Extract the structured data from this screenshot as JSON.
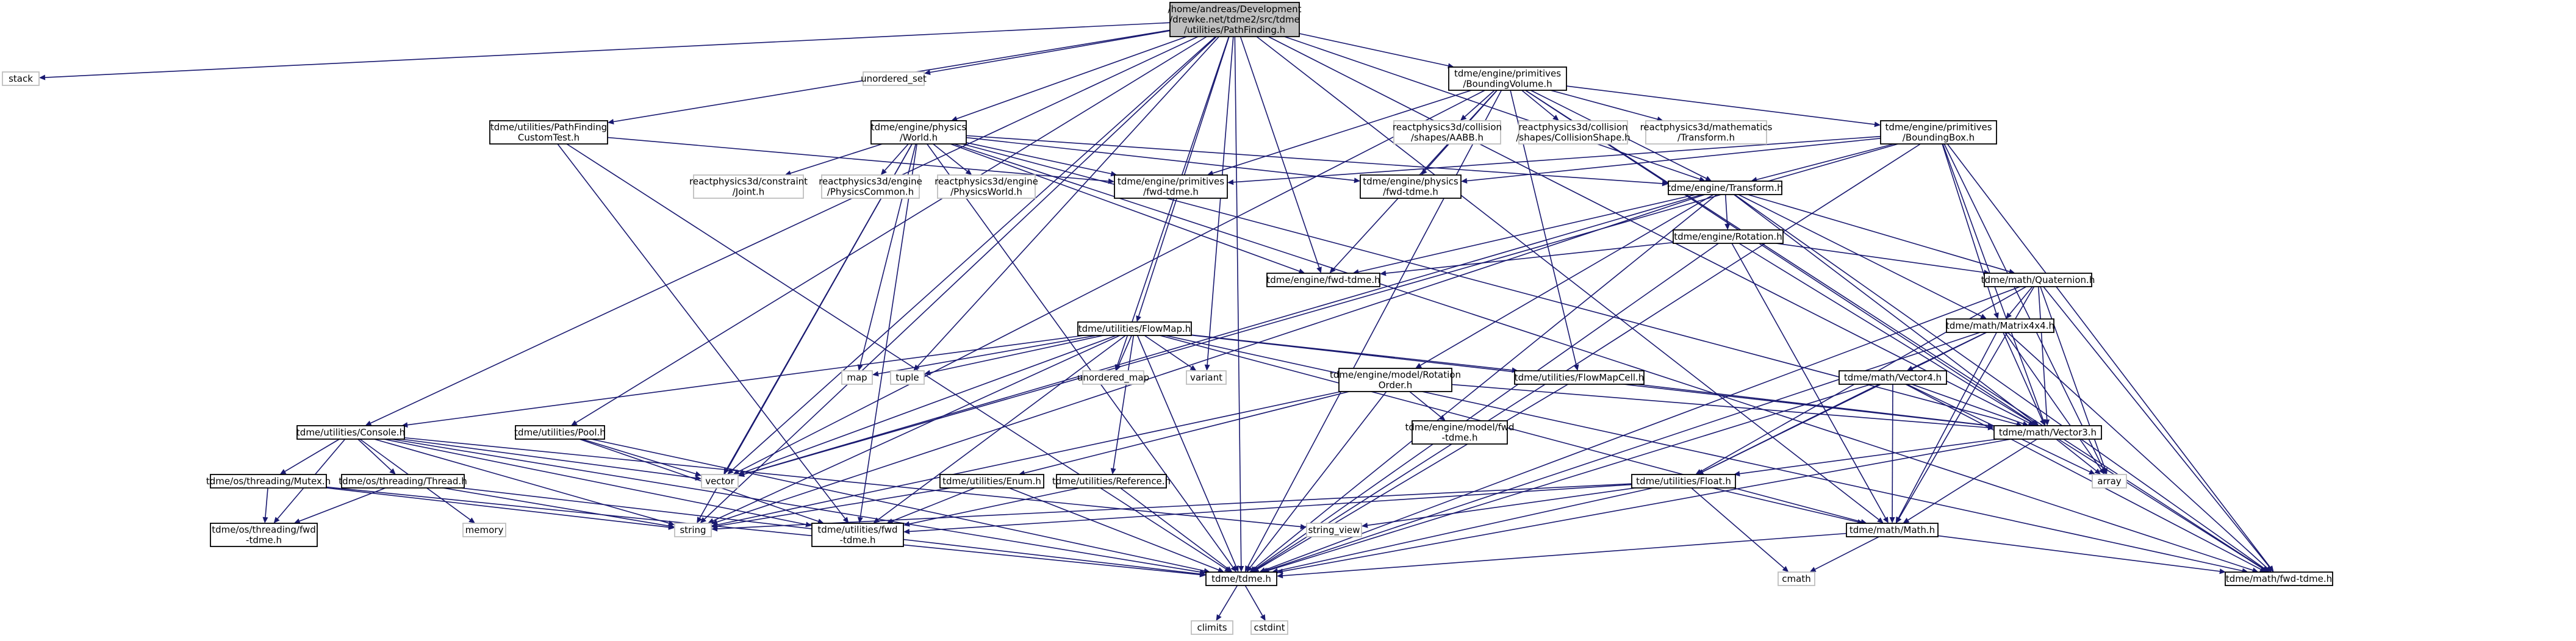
{
  "diagram": {
    "title": "/home/andreas/Development/drewke.net/tdme2/src/tdme/utilities/PathFinding.h",
    "colors": {
      "edge": "#191970",
      "root_fill": "#bfbfbf",
      "external_border": "#bfbfbf",
      "missing_border": "#ff0000",
      "node_border": "#000000"
    },
    "nodes": [
      {
        "id": "pathfinding",
        "lines": [
          "/home/andreas/Development",
          "/drewke.net/tdme2/src/tdme",
          "/utilities/PathFinding.h"
        ],
        "kind": "root"
      },
      {
        "id": "stack",
        "lines": [
          "stack"
        ],
        "kind": "external"
      },
      {
        "id": "unordered_set",
        "lines": [
          "unordered_set"
        ],
        "kind": "external"
      },
      {
        "id": "boundingvolume",
        "lines": [
          "tdme/engine/primitives",
          "/BoundingVolume.h"
        ],
        "kind": "local"
      },
      {
        "id": "pf_customtest",
        "lines": [
          "tdme/utilities/PathFinding",
          "CustomTest.h"
        ],
        "kind": "local"
      },
      {
        "id": "physics_world",
        "lines": [
          "tdme/engine/physics",
          "/World.h"
        ],
        "kind": "local"
      },
      {
        "id": "rp3d_aabb",
        "lines": [
          "reactphysics3d/collision",
          "/shapes/AABB.h"
        ],
        "kind": "external"
      },
      {
        "id": "rp3d_collisionshape",
        "lines": [
          "reactphysics3d/collision",
          "/shapes/CollisionShape.h"
        ],
        "kind": "external"
      },
      {
        "id": "rp3d_transform",
        "lines": [
          "reactphysics3d/mathematics",
          "/Transform.h"
        ],
        "kind": "external"
      },
      {
        "id": "boundingbox",
        "lines": [
          "tdme/engine/primitives",
          "/BoundingBox.h"
        ],
        "kind": "local"
      },
      {
        "id": "rp3d_joint",
        "lines": [
          "reactphysics3d/constraint",
          "/Joint.h"
        ],
        "kind": "external"
      },
      {
        "id": "rp3d_physicscommon",
        "lines": [
          "reactphysics3d/engine",
          "/PhysicsCommon.h"
        ],
        "kind": "external"
      },
      {
        "id": "rp3d_physicsworld",
        "lines": [
          "reactphysics3d/engine",
          "/PhysicsWorld.h"
        ],
        "kind": "external"
      },
      {
        "id": "primitives_fwd",
        "lines": [
          "tdme/engine/primitives",
          "/fwd-tdme.h"
        ],
        "kind": "local"
      },
      {
        "id": "physics_fwd",
        "lines": [
          "tdme/engine/physics",
          "/fwd-tdme.h"
        ],
        "kind": "local"
      },
      {
        "id": "transform",
        "lines": [
          "tdme/engine/Transform.h"
        ],
        "kind": "local"
      },
      {
        "id": "rotation",
        "lines": [
          "tdme/engine/Rotation.h"
        ],
        "kind": "local"
      },
      {
        "id": "engine_fwd",
        "lines": [
          "tdme/engine/fwd-tdme.h"
        ],
        "kind": "local"
      },
      {
        "id": "quaternion",
        "lines": [
          "tdme/math/Quaternion.h"
        ],
        "kind": "local"
      },
      {
        "id": "flowmap",
        "lines": [
          "tdme/utilities/FlowMap.h"
        ],
        "kind": "local"
      },
      {
        "id": "matrix4x4",
        "lines": [
          "tdme/math/Matrix4x4.h"
        ],
        "kind": "local"
      },
      {
        "id": "map",
        "lines": [
          "map"
        ],
        "kind": "external"
      },
      {
        "id": "tuple",
        "lines": [
          "tuple"
        ],
        "kind": "external"
      },
      {
        "id": "unordered_map",
        "lines": [
          "unordered_map"
        ],
        "kind": "external"
      },
      {
        "id": "variant",
        "lines": [
          "variant"
        ],
        "kind": "external"
      },
      {
        "id": "rotationorder",
        "lines": [
          "tdme/engine/model/Rotation",
          "Order.h"
        ],
        "kind": "local"
      },
      {
        "id": "flowmapcell",
        "lines": [
          "tdme/utilities/FlowMapCell.h"
        ],
        "kind": "local"
      },
      {
        "id": "vector4",
        "lines": [
          "tdme/math/Vector4.h"
        ],
        "kind": "local"
      },
      {
        "id": "console",
        "lines": [
          "tdme/utilities/Console.h"
        ],
        "kind": "local"
      },
      {
        "id": "pool",
        "lines": [
          "tdme/utilities/Pool.h"
        ],
        "kind": "local"
      },
      {
        "id": "model_fwd",
        "lines": [
          "tdme/engine/model/fwd",
          "-tdme.h"
        ],
        "kind": "local"
      },
      {
        "id": "vector3",
        "lines": [
          "tdme/math/Vector3.h"
        ],
        "kind": "local"
      },
      {
        "id": "vector",
        "lines": [
          "vector"
        ],
        "kind": "external"
      },
      {
        "id": "array",
        "lines": [
          "array"
        ],
        "kind": "external"
      },
      {
        "id": "mutex",
        "lines": [
          "tdme/os/threading/Mutex.h"
        ],
        "kind": "missing"
      },
      {
        "id": "thread",
        "lines": [
          "tdme/os/threading/Thread.h"
        ],
        "kind": "missing"
      },
      {
        "id": "enum",
        "lines": [
          "tdme/utilities/Enum.h"
        ],
        "kind": "local"
      },
      {
        "id": "reference",
        "lines": [
          "tdme/utilities/Reference.h"
        ],
        "kind": "missing"
      },
      {
        "id": "float",
        "lines": [
          "tdme/utilities/Float.h"
        ],
        "kind": "missing"
      },
      {
        "id": "memory",
        "lines": [
          "memory"
        ],
        "kind": "external"
      },
      {
        "id": "string",
        "lines": [
          "string"
        ],
        "kind": "external"
      },
      {
        "id": "utilities_fwd",
        "lines": [
          "tdme/utilities/fwd",
          "-tdme.h"
        ],
        "kind": "local"
      },
      {
        "id": "string_view",
        "lines": [
          "string_view"
        ],
        "kind": "external"
      },
      {
        "id": "math_h",
        "lines": [
          "tdme/math/Math.h"
        ],
        "kind": "local"
      },
      {
        "id": "threading_fwd",
        "lines": [
          "tdme/os/threading/fwd",
          "-tdme.h"
        ],
        "kind": "local"
      },
      {
        "id": "tdme_h",
        "lines": [
          "tdme/tdme.h"
        ],
        "kind": "local"
      },
      {
        "id": "math_fwd",
        "lines": [
          "tdme/math/fwd-tdme.h"
        ],
        "kind": "local"
      },
      {
        "id": "cmath",
        "lines": [
          "cmath"
        ],
        "kind": "external"
      },
      {
        "id": "climits",
        "lines": [
          "climits"
        ],
        "kind": "external"
      },
      {
        "id": "cstdint",
        "lines": [
          "cstdint"
        ],
        "kind": "external"
      }
    ],
    "edges": [
      [
        "pathfinding",
        "stack"
      ],
      [
        "pathfinding",
        "unordered_set"
      ],
      [
        "pathfinding",
        "boundingvolume"
      ],
      [
        "pathfinding",
        "pf_customtest"
      ],
      [
        "pathfinding",
        "physics_world"
      ],
      [
        "pathfinding",
        "transform"
      ],
      [
        "pathfinding",
        "engine_fwd"
      ],
      [
        "pathfinding",
        "flowmap"
      ],
      [
        "pathfinding",
        "tuple"
      ],
      [
        "pathfinding",
        "unordered_map"
      ],
      [
        "pathfinding",
        "variant"
      ],
      [
        "pathfinding",
        "console"
      ],
      [
        "pathfinding",
        "pool"
      ],
      [
        "pathfinding",
        "vector3"
      ],
      [
        "pathfinding",
        "math_h"
      ],
      [
        "pathfinding",
        "tdme_h"
      ],
      [
        "pathfinding",
        "string"
      ],
      [
        "pathfinding",
        "vector"
      ],
      [
        "boundingvolume",
        "rp3d_aabb"
      ],
      [
        "boundingvolume",
        "rp3d_collisionshape"
      ],
      [
        "boundingvolume",
        "rp3d_transform"
      ],
      [
        "boundingvolume",
        "boundingbox"
      ],
      [
        "boundingvolume",
        "primitives_fwd"
      ],
      [
        "boundingvolume",
        "physics_fwd"
      ],
      [
        "boundingvolume",
        "transform"
      ],
      [
        "boundingvolume",
        "engine_fwd"
      ],
      [
        "boundingvolume",
        "vector3"
      ],
      [
        "boundingvolume",
        "tdme_h"
      ],
      [
        "boundingvolume",
        "math_fwd"
      ],
      [
        "boundingvolume",
        "vector"
      ],
      [
        "boundingvolume",
        "flowmapcell"
      ],
      [
        "pf_customtest",
        "tdme_h"
      ],
      [
        "pf_customtest",
        "utilities_fwd"
      ],
      [
        "pf_customtest",
        "primitives_fwd"
      ],
      [
        "physics_world",
        "rp3d_joint"
      ],
      [
        "physics_world",
        "rp3d_physicscommon"
      ],
      [
        "physics_world",
        "rp3d_physicsworld"
      ],
      [
        "physics_world",
        "primitives_fwd"
      ],
      [
        "physics_world",
        "physics_fwd"
      ],
      [
        "physics_world",
        "transform"
      ],
      [
        "physics_world",
        "engine_fwd"
      ],
      [
        "physics_world",
        "map"
      ],
      [
        "physics_world",
        "vector"
      ],
      [
        "physics_world",
        "string"
      ],
      [
        "physics_world",
        "tdme_h"
      ],
      [
        "physics_world",
        "math_fwd"
      ],
      [
        "physics_world",
        "utilities_fwd"
      ],
      [
        "physics_world",
        "vector3"
      ],
      [
        "boundingbox",
        "primitives_fwd"
      ],
      [
        "boundingbox",
        "physics_fwd"
      ],
      [
        "boundingbox",
        "transform"
      ],
      [
        "boundingbox",
        "vector3"
      ],
      [
        "boundingbox",
        "tdme_h"
      ],
      [
        "boundingbox",
        "math_fwd"
      ],
      [
        "boundingbox",
        "array"
      ],
      [
        "boundingbox",
        "matrix4x4"
      ],
      [
        "boundingbox",
        "vector"
      ],
      [
        "transform",
        "rotation"
      ],
      [
        "transform",
        "engine_fwd"
      ],
      [
        "transform",
        "quaternion"
      ],
      [
        "transform",
        "matrix4x4"
      ],
      [
        "transform",
        "vector3"
      ],
      [
        "transform",
        "rotationorder"
      ],
      [
        "transform",
        "tdme_h"
      ],
      [
        "transform",
        "math_fwd"
      ],
      [
        "transform",
        "vector"
      ],
      [
        "transform",
        "string"
      ],
      [
        "rotation",
        "engine_fwd"
      ],
      [
        "rotation",
        "quaternion"
      ],
      [
        "rotation",
        "vector3"
      ],
      [
        "rotation",
        "math_h"
      ],
      [
        "rotation",
        "tdme_h"
      ],
      [
        "quaternion",
        "matrix4x4"
      ],
      [
        "quaternion",
        "vector3"
      ],
      [
        "quaternion",
        "math_h"
      ],
      [
        "quaternion",
        "float"
      ],
      [
        "quaternion",
        "array"
      ],
      [
        "quaternion",
        "tdme_h"
      ],
      [
        "quaternion",
        "math_fwd"
      ],
      [
        "matrix4x4",
        "vector4"
      ],
      [
        "matrix4x4",
        "vector3"
      ],
      [
        "matrix4x4",
        "math_h"
      ],
      [
        "matrix4x4",
        "float"
      ],
      [
        "matrix4x4",
        "array"
      ],
      [
        "matrix4x4",
        "tdme_h"
      ],
      [
        "matrix4x4",
        "math_fwd"
      ],
      [
        "flowmap",
        "map"
      ],
      [
        "flowmap",
        "tuple"
      ],
      [
        "flowmap",
        "unordered_map"
      ],
      [
        "flowmap",
        "variant"
      ],
      [
        "flowmap",
        "flowmapcell"
      ],
      [
        "flowmap",
        "console"
      ],
      [
        "flowmap",
        "reference"
      ],
      [
        "flowmap",
        "vector3"
      ],
      [
        "flowmap",
        "math_h"
      ],
      [
        "flowmap",
        "tdme_h"
      ],
      [
        "flowmap",
        "string"
      ],
      [
        "flowmap",
        "vector"
      ],
      [
        "flowmap",
        "utilities_fwd"
      ],
      [
        "flowmap",
        "math_fwd"
      ],
      [
        "rotationorder",
        "model_fwd"
      ],
      [
        "rotationorder",
        "enum"
      ],
      [
        "rotationorder",
        "vector3"
      ],
      [
        "rotationorder",
        "tdme_h"
      ],
      [
        "rotationorder",
        "string"
      ],
      [
        "flowmapcell",
        "vector3"
      ],
      [
        "flowmapcell",
        "tdme_h"
      ],
      [
        "vector4",
        "vector3"
      ],
      [
        "vector4",
        "math_h"
      ],
      [
        "vector4",
        "float"
      ],
      [
        "vector4",
        "array"
      ],
      [
        "vector4",
        "tdme_h"
      ],
      [
        "vector4",
        "math_fwd"
      ],
      [
        "vector3",
        "math_h"
      ],
      [
        "vector3",
        "float"
      ],
      [
        "vector3",
        "array"
      ],
      [
        "vector3",
        "tdme_h"
      ],
      [
        "vector3",
        "math_fwd"
      ],
      [
        "console",
        "mutex"
      ],
      [
        "console",
        "thread"
      ],
      [
        "console",
        "memory"
      ],
      [
        "console",
        "string"
      ],
      [
        "console",
        "string_view"
      ],
      [
        "console",
        "vector"
      ],
      [
        "console",
        "tdme_h"
      ],
      [
        "console",
        "utilities_fwd"
      ],
      [
        "console",
        "threading_fwd"
      ],
      [
        "pool",
        "vector"
      ],
      [
        "pool",
        "tdme_h"
      ],
      [
        "pool",
        "utilities_fwd"
      ],
      [
        "mutex",
        "string"
      ],
      [
        "mutex",
        "tdme_h"
      ],
      [
        "mutex",
        "threading_fwd"
      ],
      [
        "thread",
        "string"
      ],
      [
        "thread",
        "tdme_h"
      ],
      [
        "thread",
        "threading_fwd"
      ],
      [
        "enum",
        "string"
      ],
      [
        "enum",
        "tdme_h"
      ],
      [
        "enum",
        "utilities_fwd"
      ],
      [
        "reference",
        "tdme_h"
      ],
      [
        "reference",
        "utilities_fwd"
      ],
      [
        "float",
        "string"
      ],
      [
        "float",
        "string_view"
      ],
      [
        "float",
        "math_h"
      ],
      [
        "float",
        "cmath"
      ],
      [
        "float",
        "tdme_h"
      ],
      [
        "float",
        "utilities_fwd"
      ],
      [
        "math_h",
        "cmath"
      ],
      [
        "math_h",
        "tdme_h"
      ],
      [
        "math_h",
        "math_fwd"
      ],
      [
        "tdme_h",
        "climits"
      ],
      [
        "tdme_h",
        "cstdint"
      ]
    ]
  }
}
